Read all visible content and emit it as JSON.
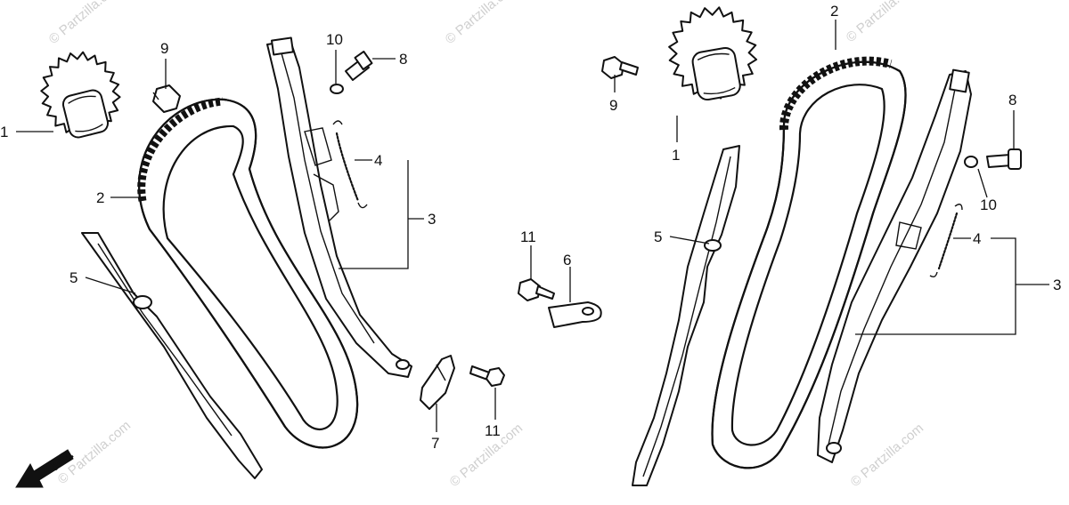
{
  "watermark": "© Partzilla.com",
  "direction_label": "FR.",
  "callouts": {
    "left": {
      "sprocket": "1",
      "chain": "2",
      "tensioner_set": "3",
      "spring": "4",
      "guide": "5",
      "bolt": "8",
      "sprocket_bolt": "9",
      "washer": "10"
    },
    "center": {
      "plate": "6",
      "plate_bolt": "11",
      "stopper": "7",
      "stopper_bolt": "11"
    },
    "right": {
      "sprocket": "1",
      "chain": "2",
      "tensioner_set": "3",
      "spring": "4",
      "guide": "5",
      "bolt": "8",
      "sprocket_bolt": "9",
      "washer": "10"
    }
  }
}
